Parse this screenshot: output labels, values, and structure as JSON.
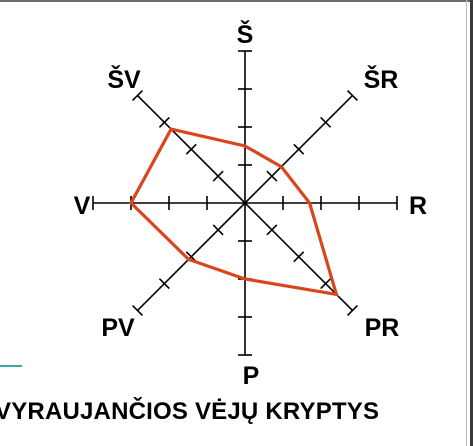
{
  "chart_data": {
    "type": "radar",
    "title": "VYRAUJANČIOS VĖJŲ KRYPTYS",
    "categories": [
      "Š",
      "ŠR",
      "R",
      "PR",
      "P",
      "PV",
      "V",
      "ŠV"
    ],
    "values": [
      1.5,
      1.35,
      1.7,
      3.4,
      2.0,
      2.1,
      3.0,
      2.75
    ],
    "rlim": [
      0,
      4
    ],
    "ticks": [
      1,
      2,
      3
    ],
    "series": [
      {
        "values": [
          1.5,
          1.35,
          1.7,
          3.4,
          2.0,
          2.1,
          3.0,
          2.75
        ],
        "color": "#d9461c"
      }
    ],
    "grid": false,
    "legend": "none"
  },
  "colors": {
    "axis": "#000000",
    "series": "#d9461c",
    "accent_line": "#3fa7a0"
  }
}
